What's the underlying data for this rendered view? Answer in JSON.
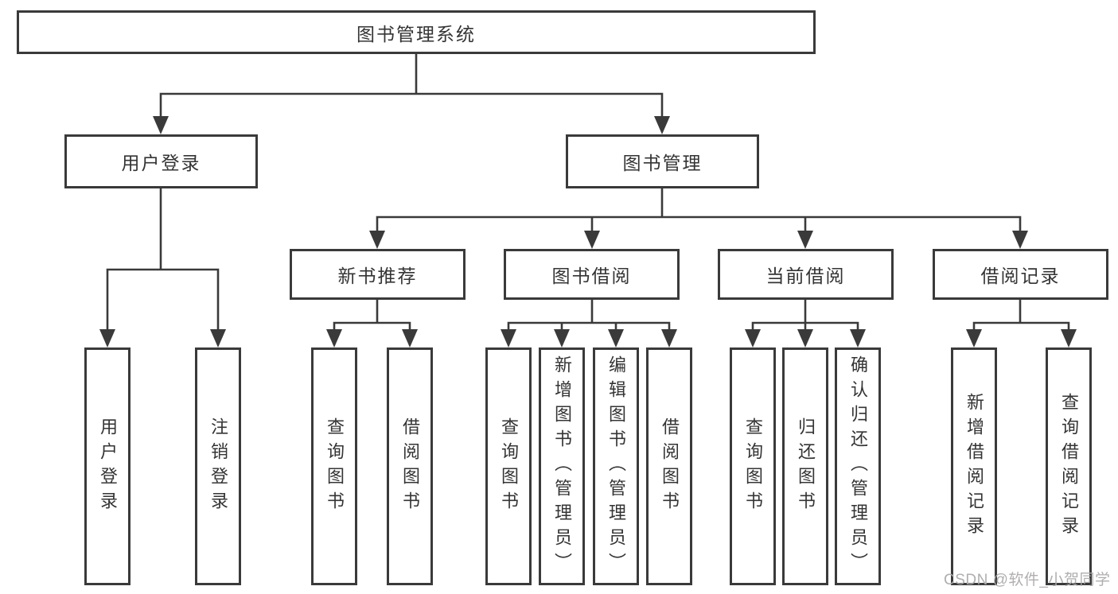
{
  "diagram_title": "图书管理系统",
  "tree": {
    "root": {
      "label": "图书管理系统",
      "children": [
        {
          "label": "用户登录",
          "children": [
            {
              "label": "用户登录"
            },
            {
              "label": "注销登录"
            }
          ]
        },
        {
          "label": "图书管理",
          "children": [
            {
              "label": "新书推荐",
              "children": [
                {
                  "label": "查询图书"
                },
                {
                  "label": "借阅图书"
                }
              ]
            },
            {
              "label": "图书借阅",
              "children": [
                {
                  "label": "查询图书"
                },
                {
                  "label": "新增图书（管理员）"
                },
                {
                  "label": "编辑图书（管理员）"
                },
                {
                  "label": "借阅图书"
                }
              ]
            },
            {
              "label": "当前借阅",
              "children": [
                {
                  "label": "查询图书"
                },
                {
                  "label": "归还图书"
                },
                {
                  "label": "确认归还（管理员）"
                }
              ]
            },
            {
              "label": "借阅记录",
              "children": [
                {
                  "label": "新增借阅记录"
                },
                {
                  "label": "查询借阅记录"
                }
              ]
            }
          ]
        }
      ]
    }
  },
  "watermark": "CSDN @软件_小贺同学",
  "colors": {
    "line": "#3a3a3a",
    "node_border": "#3a3a3a",
    "node_text": "#343434",
    "background": "#ffffff",
    "watermark_text": "#acaaaa"
  }
}
